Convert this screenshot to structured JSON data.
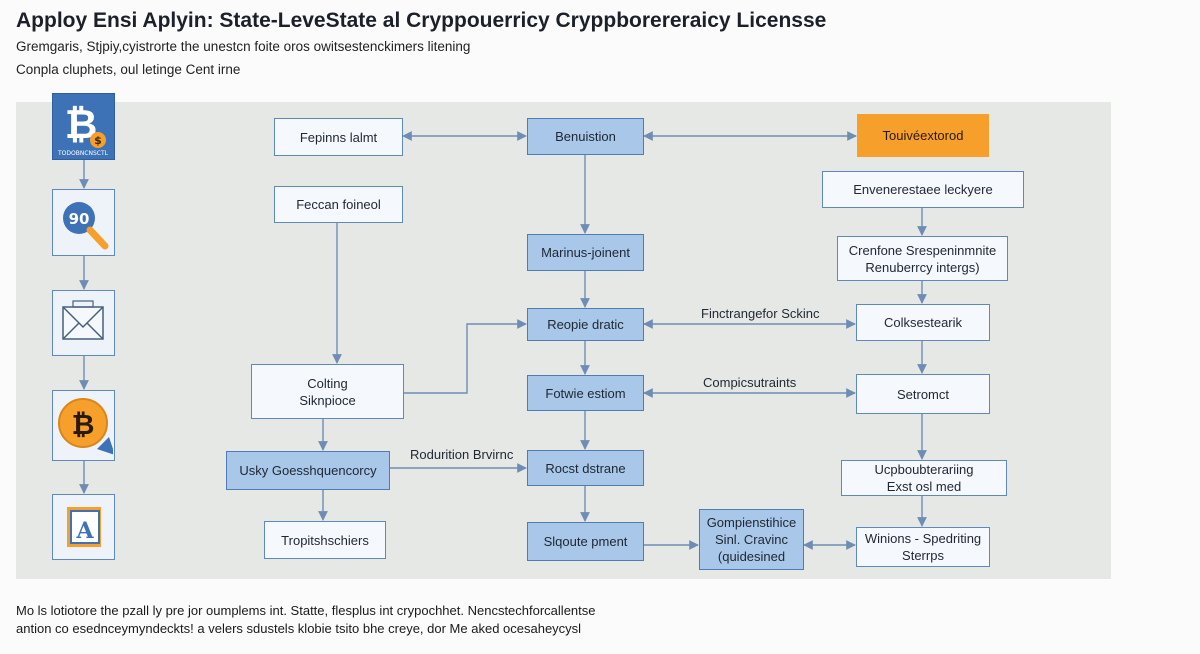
{
  "header": {
    "title": "Apploy Ensi Aplyin: State-LeveState al Cryppouerricy Cryppborereraicy Licensse",
    "subtitle_line1": "Gremgaris, Stjpiy,cyistrorte the unestcn foite oros owitsestenckimers litening",
    "subtitle_line2": "Conpla cluphets, oul letinge Cent irne"
  },
  "footer": {
    "line1": "Mo ls lotiotore the pzall ly pre jor oumplems int. Statte, flesplus int crypochhet. Nencstechforcallentse",
    "line2": "antion co esednceymyndeckts! a velers sdustels klobie tsito bhe creye, dor Me aked ocesaheycysl"
  },
  "icons": {
    "bitcoin_badge": {
      "symbol": "₿",
      "coin": "$",
      "caption": "TODOBNCNSCTL"
    },
    "magnifier": {
      "text": "90"
    },
    "envelope": {},
    "bitcoin_coin": {
      "symbol": "₿"
    },
    "document": {
      "letter": "A"
    }
  },
  "nodes": {
    "n1": "Fepinns lalmt",
    "n2": "Feccan foineol",
    "n3_line1": "Colting",
    "n3_line2": "Siknpioce",
    "n4": "Usky Goesshquencorcy",
    "n5": "Tropitshschiers",
    "n6": "Benuistion",
    "n7": "Marinus-joinent",
    "n8": "Reopie dratic",
    "n9": "Fotwie estiom",
    "n10": "Rocst dstrane",
    "n11": "Slqoute pment",
    "n12_line1": "Gompienstihice",
    "n12_line2": "Sinl. Cravinc",
    "n12_line3": "(quidesined",
    "n13": "Touivéextorod",
    "n14": "Envenerestaee leckyere",
    "n15_line1": "Crenfone Srespeninmnite",
    "n15_line2": "Renuberrcy intergs)",
    "n16": "Colksestearik",
    "n17": "Setromct",
    "n18_line1": "Ucpboubterariing",
    "n18_line2": "Exst osl med",
    "n19_line1": "Winions - Spedriting",
    "n19_line2": "Sterrps"
  },
  "edge_labels": {
    "e1": "Rodurition Brvirnc",
    "e2": "Finctrangefor Sckinc",
    "e3": "Compicsutraints"
  },
  "colors": {
    "blue_box": "#a9c7e8",
    "orange_box": "#f6a02b",
    "line": "#6f8db4",
    "panel": "#e6e8e6"
  }
}
